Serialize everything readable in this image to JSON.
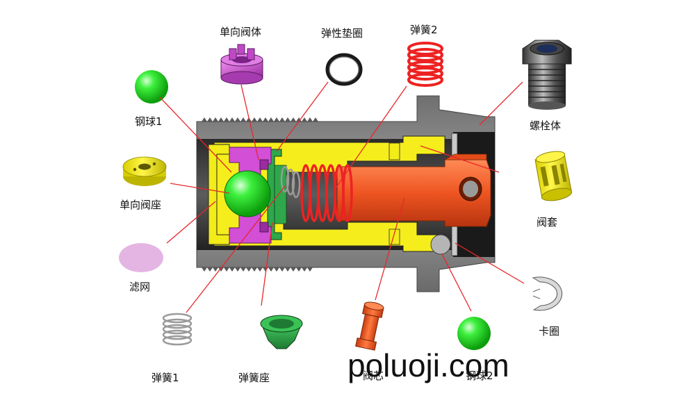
{
  "labels": {
    "check_valve_body": "单向阀体",
    "elastic_washer": "弹性垫圈",
    "spring2": "弹簧2",
    "steel_ball1": "钢球1",
    "bolt_body": "螺栓体",
    "check_valve_seat": "单向阀座",
    "valve_sleeve": "阀套",
    "filter_mesh": "滤网",
    "circlip": "卡圈",
    "spring1": "弹簧1",
    "spring_seat": "弹簧座",
    "valve_core": "阀芯",
    "steel_ball2": "钢球2"
  },
  "watermark": "poluoji.com",
  "colors": {
    "valve_body_magenta": "#d24fd6",
    "seat_yellow": "#f2ec18",
    "steel_ball_green": "#22dd22",
    "spring_red": "#ee2222",
    "core_orange": "#ee5522",
    "housing_gray": "#8c8c8c",
    "spring_seat_green": "#2ea84a",
    "filter_pink": "#e4b5e2",
    "leader_red": "#e8262a"
  }
}
